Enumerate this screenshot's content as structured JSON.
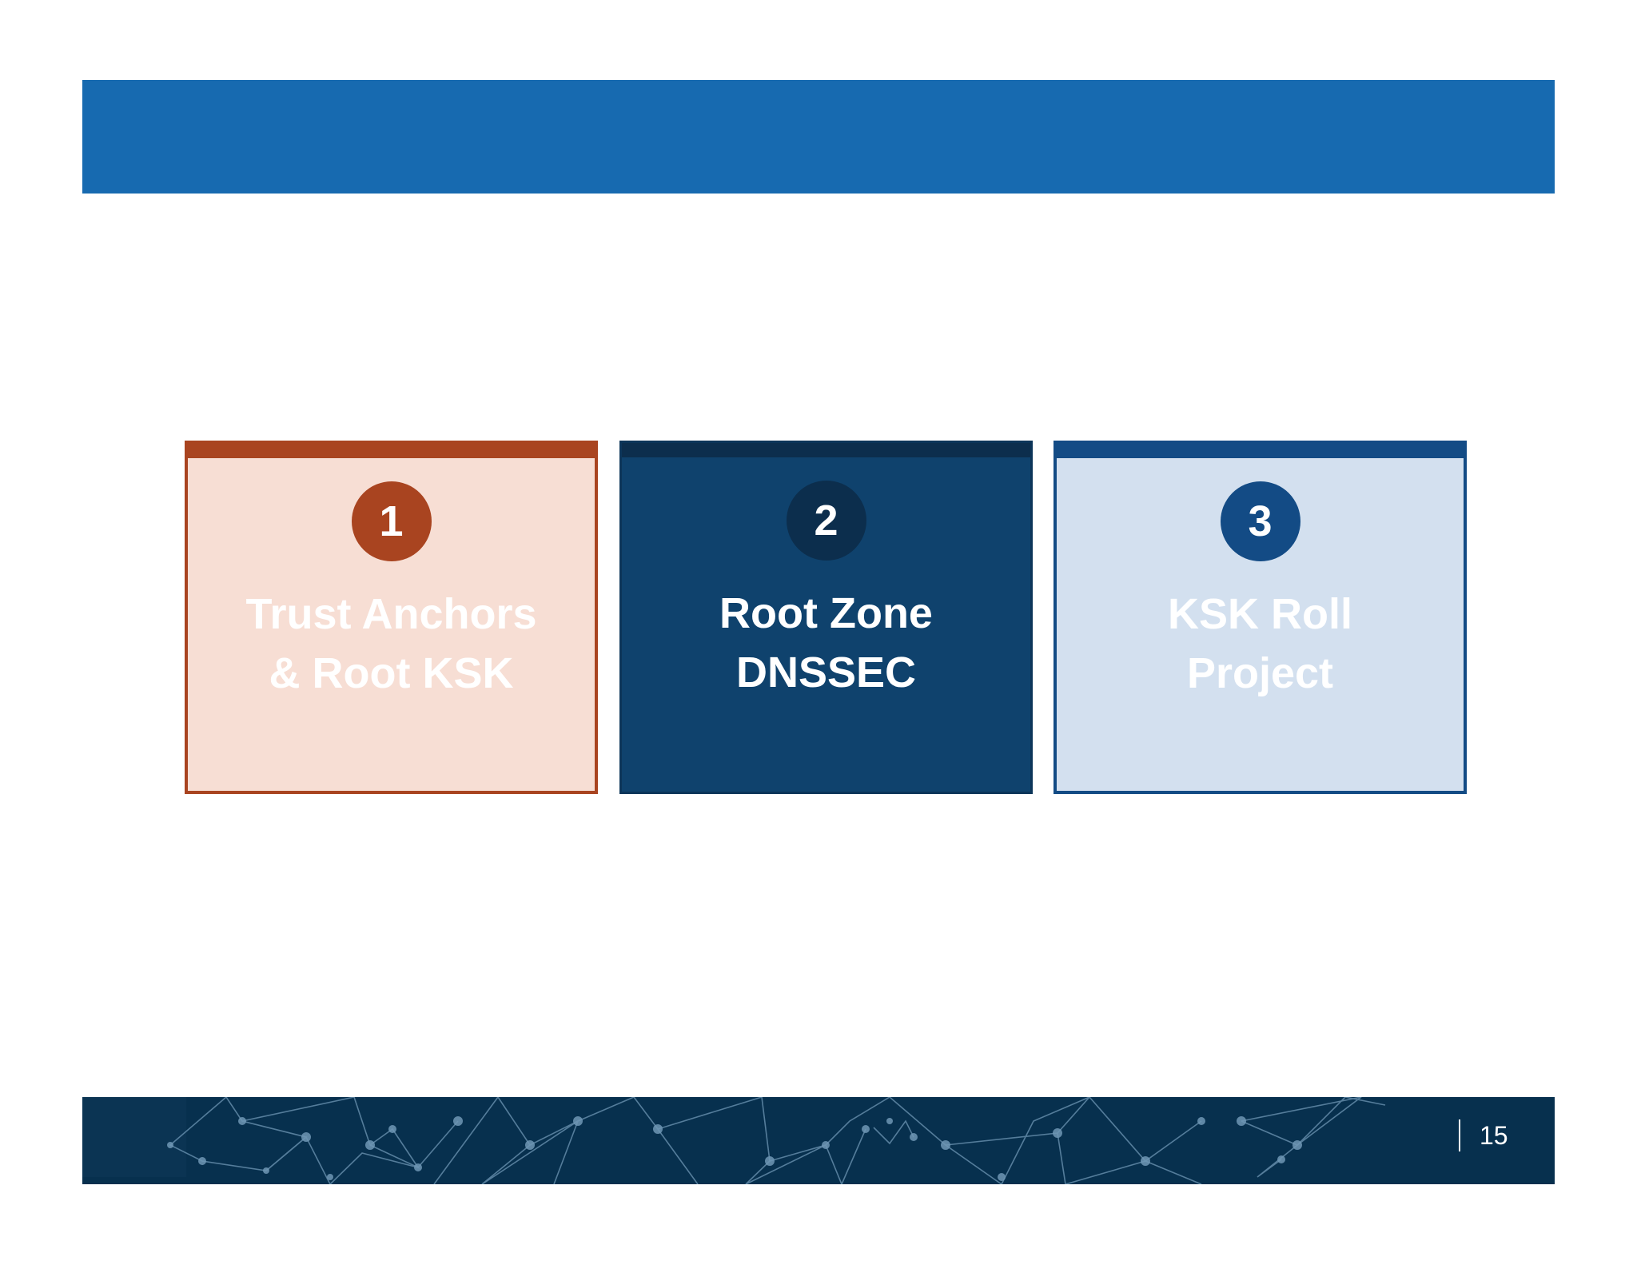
{
  "slide": {
    "page_number": "15"
  },
  "cards": [
    {
      "number": "1",
      "line1": "Trust Anchors",
      "line2": "& Root KSK",
      "color": "#a94420"
    },
    {
      "number": "2",
      "line1": "Root Zone",
      "line2": "DNSSEC",
      "color": "#0f426d"
    },
    {
      "number": "3",
      "line1": "KSK Roll",
      "line2": "Project",
      "color": "#134b85"
    }
  ],
  "colors": {
    "title_bar": "#176ab0",
    "footer_bar": "#07304e"
  }
}
